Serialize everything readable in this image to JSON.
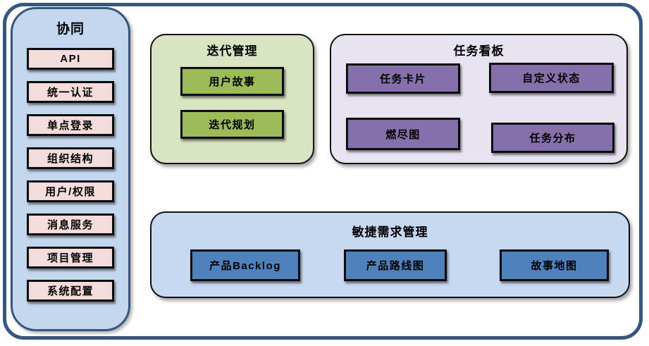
{
  "diagram": {
    "type": "feature-module-diagram"
  },
  "colors": {
    "frame_border": "#35567e",
    "sidebar_bg": "#c3d7ef",
    "sidebar_border": "#35567e",
    "sidebar_item_bg": "#f3dcdb",
    "iteration_panel_bg": "#d8e4c2",
    "iteration_item_bg": "#9bba58",
    "taskboard_panel_bg": "#e7e3f0",
    "taskboard_item_bg": "#8570ab",
    "requirements_panel_bg": "#c6d9f1",
    "requirements_item_bg": "#4f81bd",
    "item_border": "#0c0c0c",
    "text": "#000000"
  },
  "sidebar": {
    "title": "协同",
    "items": [
      "API",
      "统一认证",
      "单点登录",
      "组织结构",
      "用户/权限",
      "消息服务",
      "项目管理",
      "系统配置"
    ]
  },
  "panels": {
    "iteration": {
      "title": "迭代管理",
      "items": [
        "用户故事",
        "迭代规划"
      ]
    },
    "taskboard": {
      "title": "任务看板",
      "items": [
        "任务卡片",
        "自定义状态",
        "燃尽图",
        "任务分布"
      ]
    },
    "requirements": {
      "title": "敏捷需求管理",
      "items": [
        "产品Backlog",
        "产品路线图",
        "故事地图"
      ]
    }
  }
}
